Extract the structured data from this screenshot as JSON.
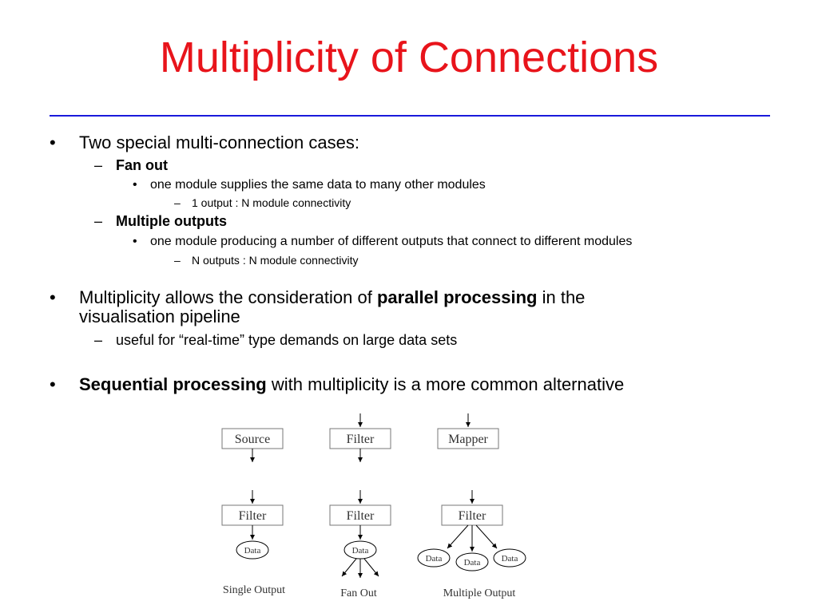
{
  "slide": {
    "title": "Multiplicity of Connections",
    "colors": {
      "title": "#e8141b",
      "rule": "#1a1adb"
    }
  },
  "bullets": {
    "b1": {
      "marker": "•",
      "text": "Two special multi-connection cases:"
    },
    "fan_out": {
      "marker": "–",
      "label": "Fan out"
    },
    "fan_out_desc": {
      "marker": "•",
      "text": "one module supplies the same data to many other modules"
    },
    "fan_out_conn": {
      "marker": "–",
      "text": "1 output : N module connectivity"
    },
    "multi_out": {
      "marker": "–",
      "label": "Multiple outputs"
    },
    "multi_out_desc": {
      "marker": "•",
      "text": "one module producing a number of different outputs that connect to different modules"
    },
    "multi_out_conn": {
      "marker": "–",
      "text": "N outputs : N module connectivity"
    },
    "b2": {
      "marker": "•",
      "pre": "Multiplicity allows the consideration of ",
      "bold": "parallel processing",
      "post": " in the",
      "line2": "visualisation pipeline"
    },
    "b2_sub": {
      "marker": "–",
      "text": "useful for “real-time” type demands on large data sets"
    },
    "b3": {
      "marker": "•",
      "bold": "Sequential processing",
      "post": " with multiplicity is a more common alternative"
    }
  },
  "diagram": {
    "single": {
      "top": "Source",
      "bottom": "Filter",
      "data": "Data",
      "caption": "Single Output"
    },
    "fan": {
      "top": "Filter",
      "bottom": "Filter",
      "data": "Data",
      "caption": "Fan Out"
    },
    "multi": {
      "top": "Mapper",
      "bottom": "Filter",
      "data": [
        "Data",
        "Data",
        "Data"
      ],
      "caption": "Multiple Output"
    }
  }
}
